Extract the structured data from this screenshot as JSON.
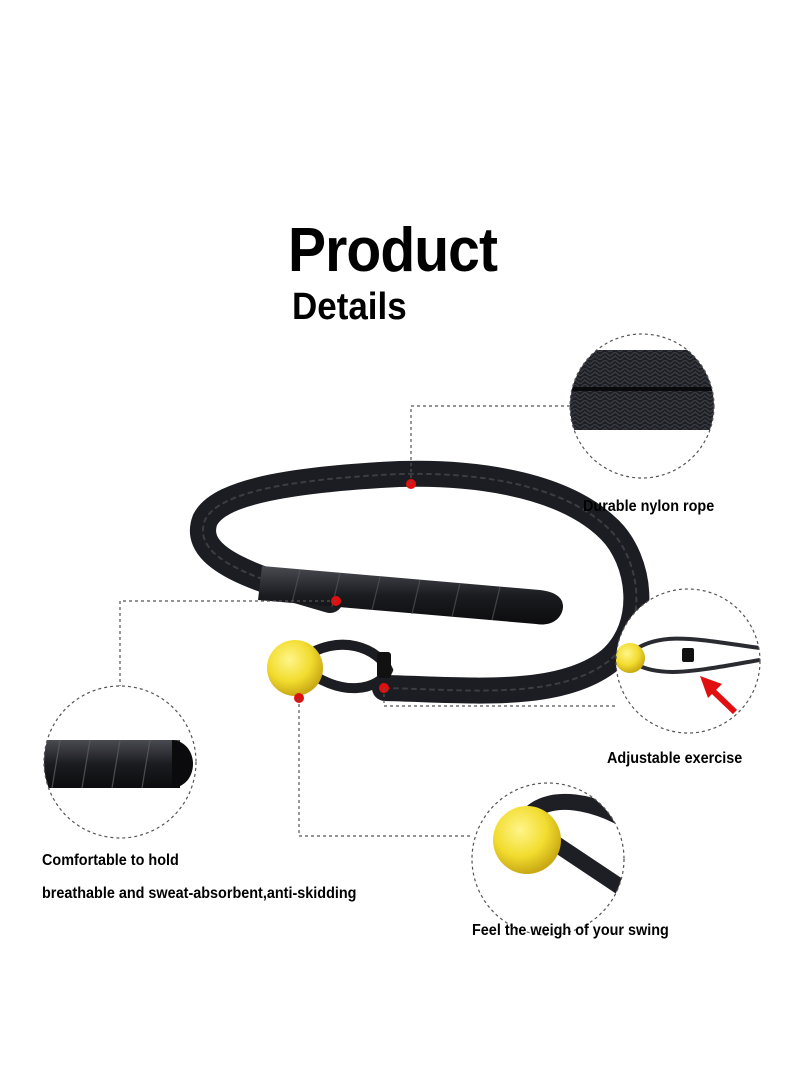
{
  "title": {
    "main": "Product",
    "sub": "Details"
  },
  "callouts": {
    "rope": "Durable nylon rope",
    "adjust": "Adjustable exercise",
    "grip": "Comfortable to hold",
    "grip_detail": "breathable and sweat-absorbent,anti-skidding",
    "ball": "Feel the weigh of your swing"
  },
  "colors": {
    "rope": "#1c1d22",
    "ball": "#f2dc2e",
    "marker": "#e01010",
    "arrow": "#e01010"
  }
}
